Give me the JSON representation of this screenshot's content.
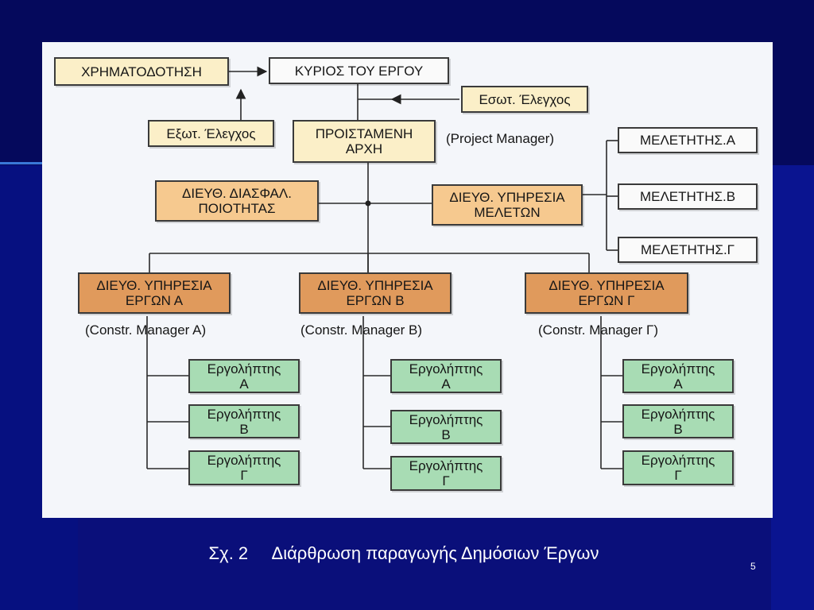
{
  "diagram": {
    "financing": "ΧΡΗΜΑΤΟΔΟΤΗΣΗ",
    "owner": "ΚΥΡΙΟΣ ΤΟΥ ΕΡΓΟΥ",
    "internal_audit": "Εσωτ. Έλεγχος",
    "external_audit": "Εξωτ. Έλεγχος",
    "supervising_authority": "ΠΡΟΙΣΤΑΜΕΝΗ\nΑΡΧΗ",
    "project_manager_label": "(Project Manager)",
    "quality_assurance": "ΔΙΕΥΘ. ΔΙΑΣΦΑΛ.\nΠΟΙΟΤΗΤΑΣ",
    "studies_department": "ΔΙΕΥΘ. ΥΠΗΡΕΣΙΑ\nΜΕΛΕΤΩΝ",
    "designers": [
      "ΜΕΛΕΤΗΤΗΣ.Α",
      "ΜΕΛΕΤΗΤΗΣ.Β",
      "ΜΕΛΕΤΗΤΗΣ.Γ"
    ],
    "works_departments": [
      {
        "title": "ΔΙΕΥΘ. ΥΠΗΡΕΣΙΑ\nΕΡΓΩΝ Α",
        "manager": "(Constr. Manager A)",
        "contractors": [
          "Εργολήπτης\nΑ",
          "Εργολήπτης\nΒ",
          "Εργολήπτης\nΓ"
        ]
      },
      {
        "title": "ΔΙΕΥΘ. ΥΠΗΡΕΣΙΑ\nΕΡΓΩΝ Β",
        "manager": "(Constr. Manager B)",
        "contractors": [
          "Εργολήπτης\nΑ",
          "Εργολήπτης\nΒ",
          "Εργολήπτης\nΓ"
        ]
      },
      {
        "title": "ΔΙΕΥΘ. ΥΠΗΡΕΣΙΑ\nΕΡΓΩΝ Γ",
        "manager": "(Constr. Manager Γ)",
        "contractors": [
          "Εργολήπτης\nΑ",
          "Εργολήπτης\nΒ",
          "Εργολήπτης\nΓ"
        ]
      }
    ]
  },
  "caption": "Σχ. 2     Διάρθρωση παραγωγής Δημόσιων Έργων",
  "page_number": "5",
  "colors": {
    "background": "#0a0f7a",
    "panel": "#f4f6fa",
    "cream": "#fbefc8",
    "tan": "#f6c98f",
    "orange": "#e09a5c",
    "green": "#a8dcb4"
  }
}
